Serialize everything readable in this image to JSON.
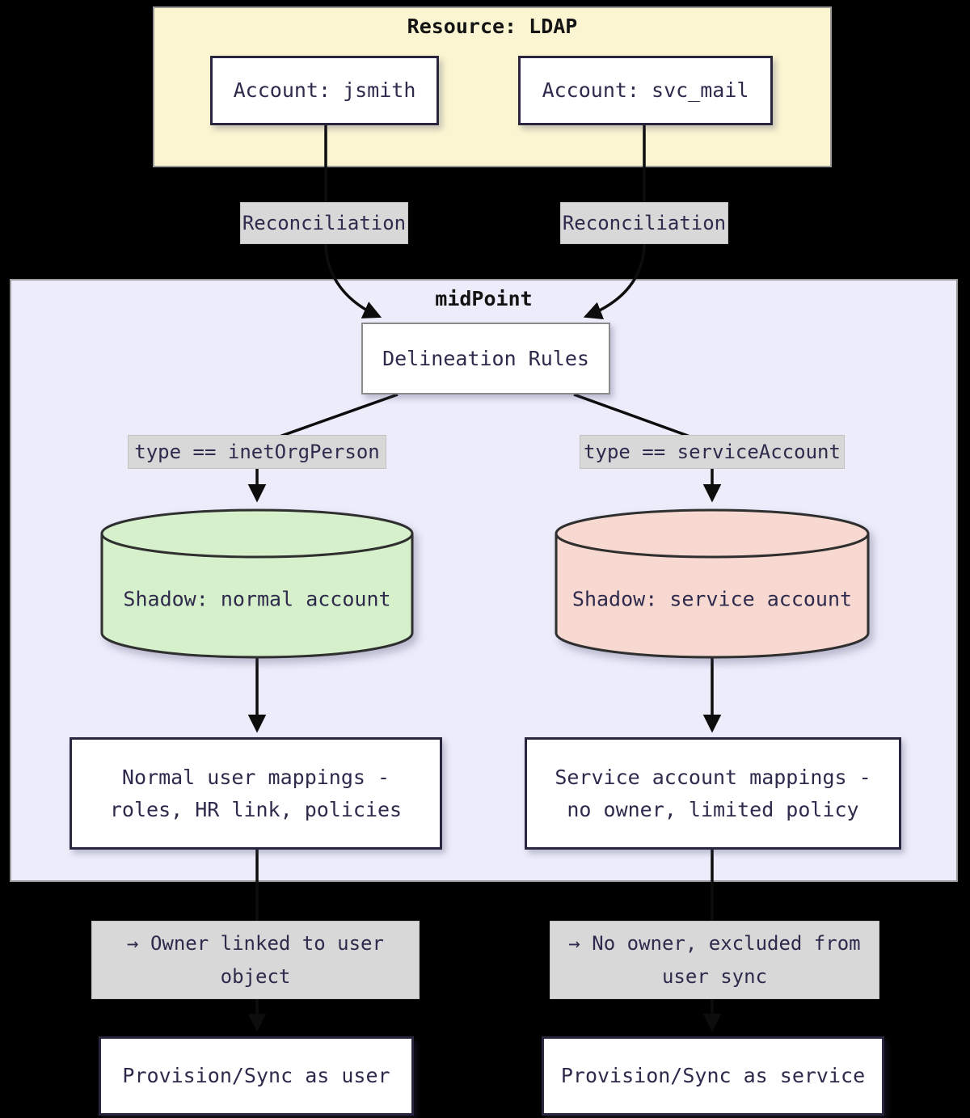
{
  "resource": {
    "title": "Resource: LDAP",
    "accounts": [
      {
        "label": "Account: jsmith"
      },
      {
        "label": "Account: svc_mail"
      }
    ]
  },
  "midpoint": {
    "title": "midPoint",
    "delineation_label": "Delineation Rules",
    "shadow_left": "Shadow: normal account",
    "shadow_right": "Shadow: service account",
    "mapping_left": {
      "line1": "Normal user mappings -",
      "line2": "roles, HR link, policies"
    },
    "mapping_right": {
      "line1": "Service account mappings -",
      "line2": "no owner, limited policy"
    }
  },
  "edges": {
    "recon_left": "Reconciliation",
    "recon_right": "Reconciliation",
    "type_left": "type == inetOrgPerson",
    "type_right": "type == serviceAccount",
    "owner_left": {
      "line1": "→ Owner linked to user",
      "line2": "object"
    },
    "owner_right": {
      "line1": "→ No owner, excluded from",
      "line2": "user sync"
    }
  },
  "outcomes": {
    "left_label": "Provision/Sync as user",
    "right_label": "Provision/Sync as service"
  },
  "colors": {
    "yellow": "#fbf5d1",
    "lavender": "#ececfb",
    "green": "#d5f0cb",
    "pink": "#f8d9d2",
    "labelbg": "#d8d8d8",
    "edge": "#0d0d0d",
    "node-border": "#2a2640",
    "text": "#2e2a4c"
  }
}
